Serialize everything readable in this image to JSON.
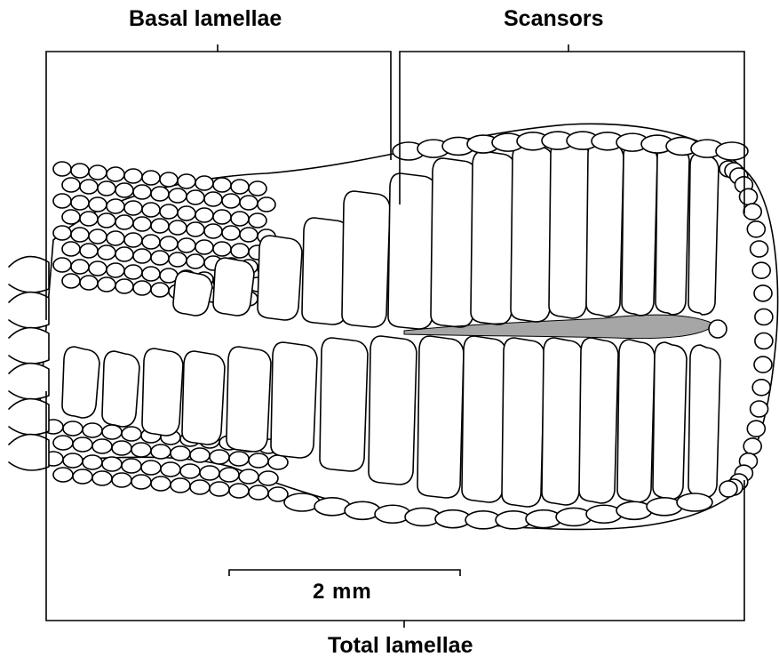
{
  "labels": {
    "basal": "Basal lamellae",
    "scansors": "Scansors",
    "total": "Total lamellae",
    "scale": "2 mm"
  },
  "colors": {
    "ink": "#000000",
    "paper": "#ffffff"
  }
}
